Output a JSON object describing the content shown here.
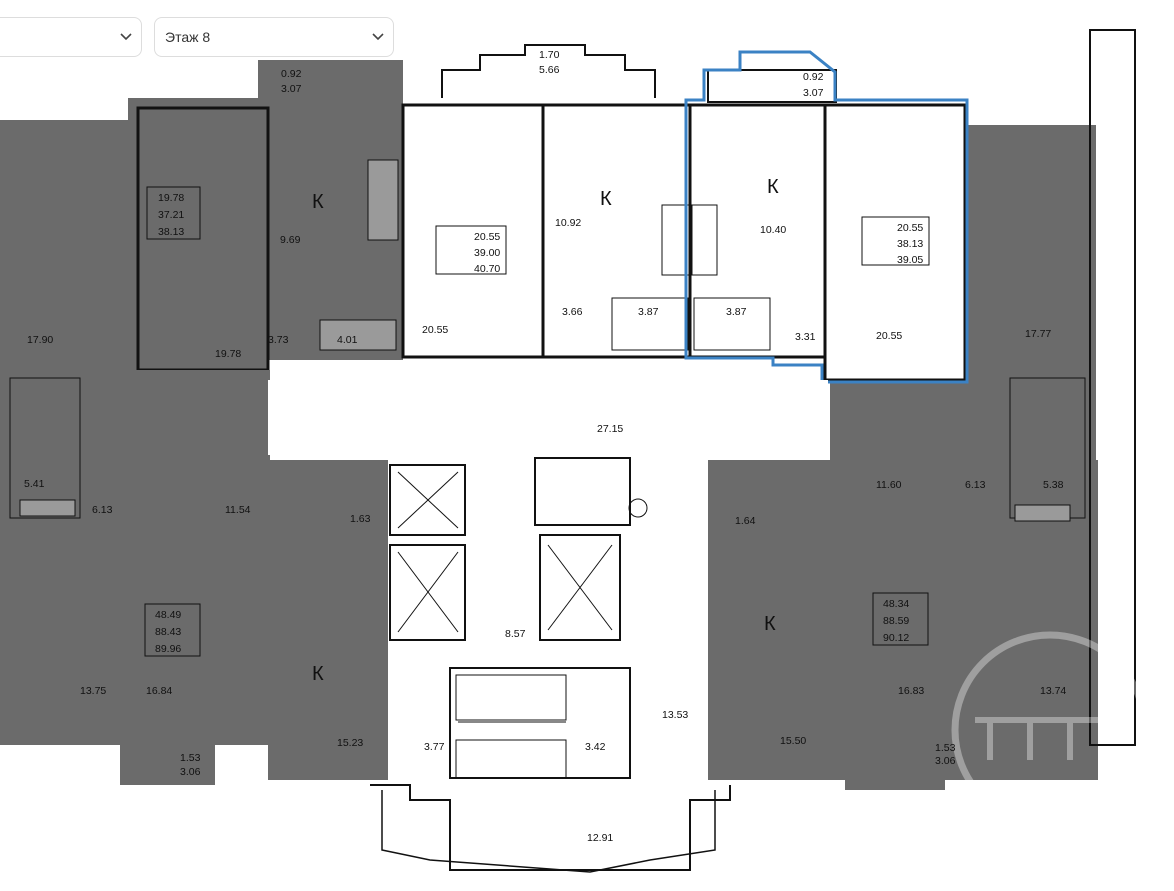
{
  "filters": {
    "first_value": "",
    "floor_value": "Этаж 8"
  },
  "colors": {
    "occupied": "#6b6b6b",
    "selected_outline": "#3b82c4",
    "wall": "#111111"
  },
  "kitchen_mark": "К",
  "apartments": [
    {
      "id": "apt-top-left",
      "status": "occupied",
      "areas": [
        "19.78",
        "37.21",
        "38.13"
      ]
    },
    {
      "id": "apt-top-center-left",
      "status": "available",
      "areas": [
        "20.55",
        "39.00",
        "40.70"
      ]
    },
    {
      "id": "apt-top-center-right",
      "status": "selected",
      "areas": [
        "20.55",
        "38.13",
        "39.05"
      ]
    },
    {
      "id": "apt-bottom-left",
      "status": "occupied",
      "areas": [
        "48.49",
        "88.43",
        "89.96"
      ]
    },
    {
      "id": "apt-bottom-right",
      "status": "occupied",
      "areas": [
        "48.34",
        "88.59",
        "90.12"
      ]
    }
  ],
  "room_labels": {
    "balcony_tl_1": "0.92",
    "balcony_tl_2": "3.07",
    "balcony_top_1": "1.70",
    "balcony_top_2": "5.66",
    "balcony_tr_1": "0.92",
    "balcony_tr_2": "3.07",
    "r_9_69": "9.69",
    "r_17_90": "17.90",
    "r_19_78": "19.78",
    "r_3_73": "3.73",
    "r_4_01": "4.01",
    "r_20_55a": "20.55",
    "r_10_92": "10.92",
    "r_3_66": "3.66",
    "r_3_87a": "3.87",
    "r_3_87b": "3.87",
    "r_10_40": "10.40",
    "r_3_31": "3.31",
    "r_20_55b": "20.55",
    "r_17_77": "17.77",
    "r_27_15": "27.15",
    "r_5_41": "5.41",
    "r_6_13a": "6.13",
    "r_11_54": "11.54",
    "r_1_63": "1.63",
    "r_11_60": "11.60",
    "r_6_13b": "6.13",
    "r_5_38": "5.38",
    "r_1_64": "1.64",
    "r_8_57": "8.57",
    "r_13_75": "13.75",
    "r_16_84": "16.84",
    "r_15_23": "15.23",
    "r_13_53": "13.53",
    "r_3_77": "3.77",
    "r_3_42": "3.42",
    "r_16_83": "16.83",
    "r_15_50": "15.50",
    "r_13_74": "13.74",
    "balcony_bl_1": "1.53",
    "balcony_bl_2": "3.06",
    "balcony_br_1": "1.53",
    "balcony_br_2": "3.06",
    "r_12_91": "12.91"
  }
}
